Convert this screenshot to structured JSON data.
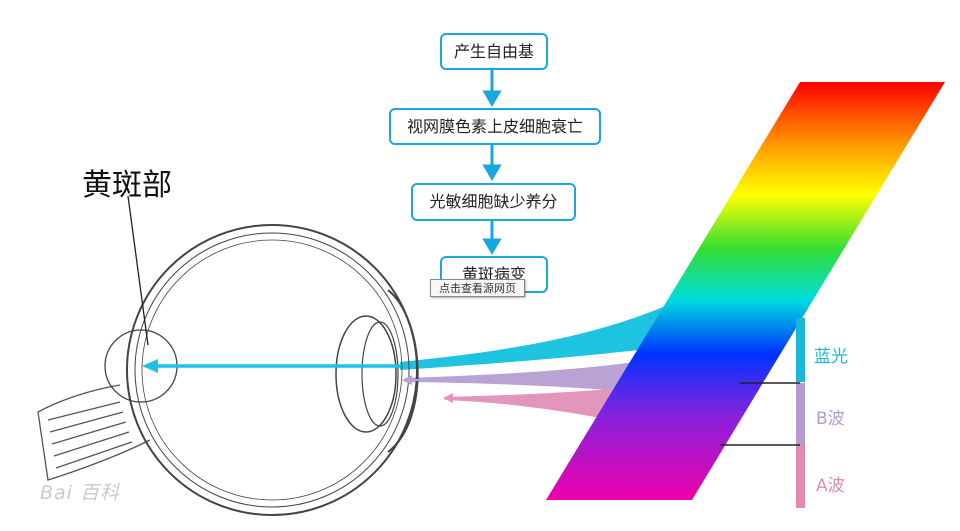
{
  "flow": {
    "step1": "产生自由基",
    "step2": "视网膜色素上皮细胞衰亡",
    "step3": "光敏细胞缺少养分",
    "step4": "黄斑病变",
    "color": "#1aa7e0"
  },
  "tooltip": "点击查看源网页",
  "eye_label": "黄斑部",
  "bands": {
    "blue": {
      "label": "蓝光",
      "color": "#1ab8d6"
    },
    "b": {
      "label": "B波",
      "color": "#b59bd0"
    },
    "a": {
      "label": "A波",
      "color": "#e08ab0"
    }
  },
  "watermark": "Bai 百科"
}
